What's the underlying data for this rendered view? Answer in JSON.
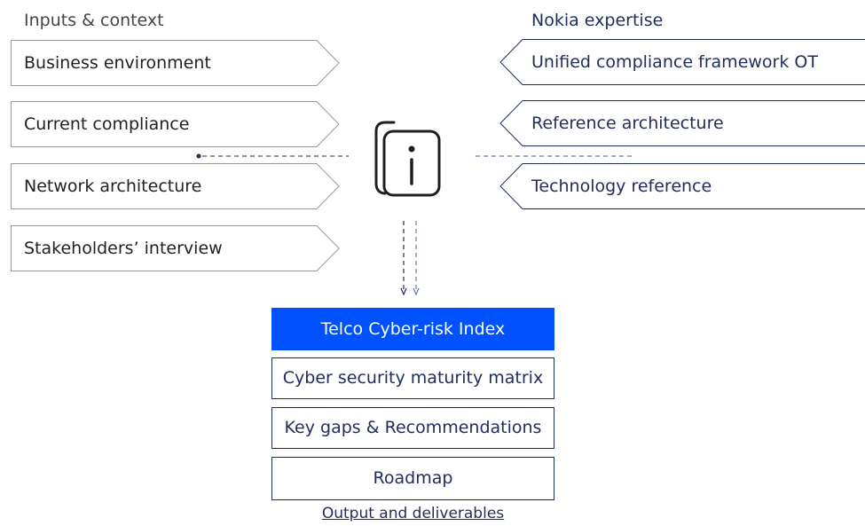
{
  "inputs": {
    "heading": "Inputs & context",
    "items": [
      {
        "label": "Business environment"
      },
      {
        "label": "Current compliance"
      },
      {
        "label": "Network architecture"
      },
      {
        "label": "Stakeholders’ interview"
      }
    ]
  },
  "expertise": {
    "heading": "Nokia expertise",
    "items": [
      {
        "label": "Unified compliance framework OT"
      },
      {
        "label": "Reference architecture"
      },
      {
        "label": "Technology reference"
      }
    ]
  },
  "center": {
    "icon": "document-info-icon"
  },
  "outputs": {
    "items": [
      {
        "label": "Telco Cyber-risk Index",
        "highlighted": true
      },
      {
        "label": "Cyber security maturity matrix"
      },
      {
        "label": "Key gaps & Recommendations"
      },
      {
        "label": "Roadmap"
      }
    ],
    "footer": "Output and deliverables"
  },
  "colors": {
    "highlight": "#0051ff",
    "navy": "#1f2d5c",
    "outline": "#9a9a9a"
  }
}
